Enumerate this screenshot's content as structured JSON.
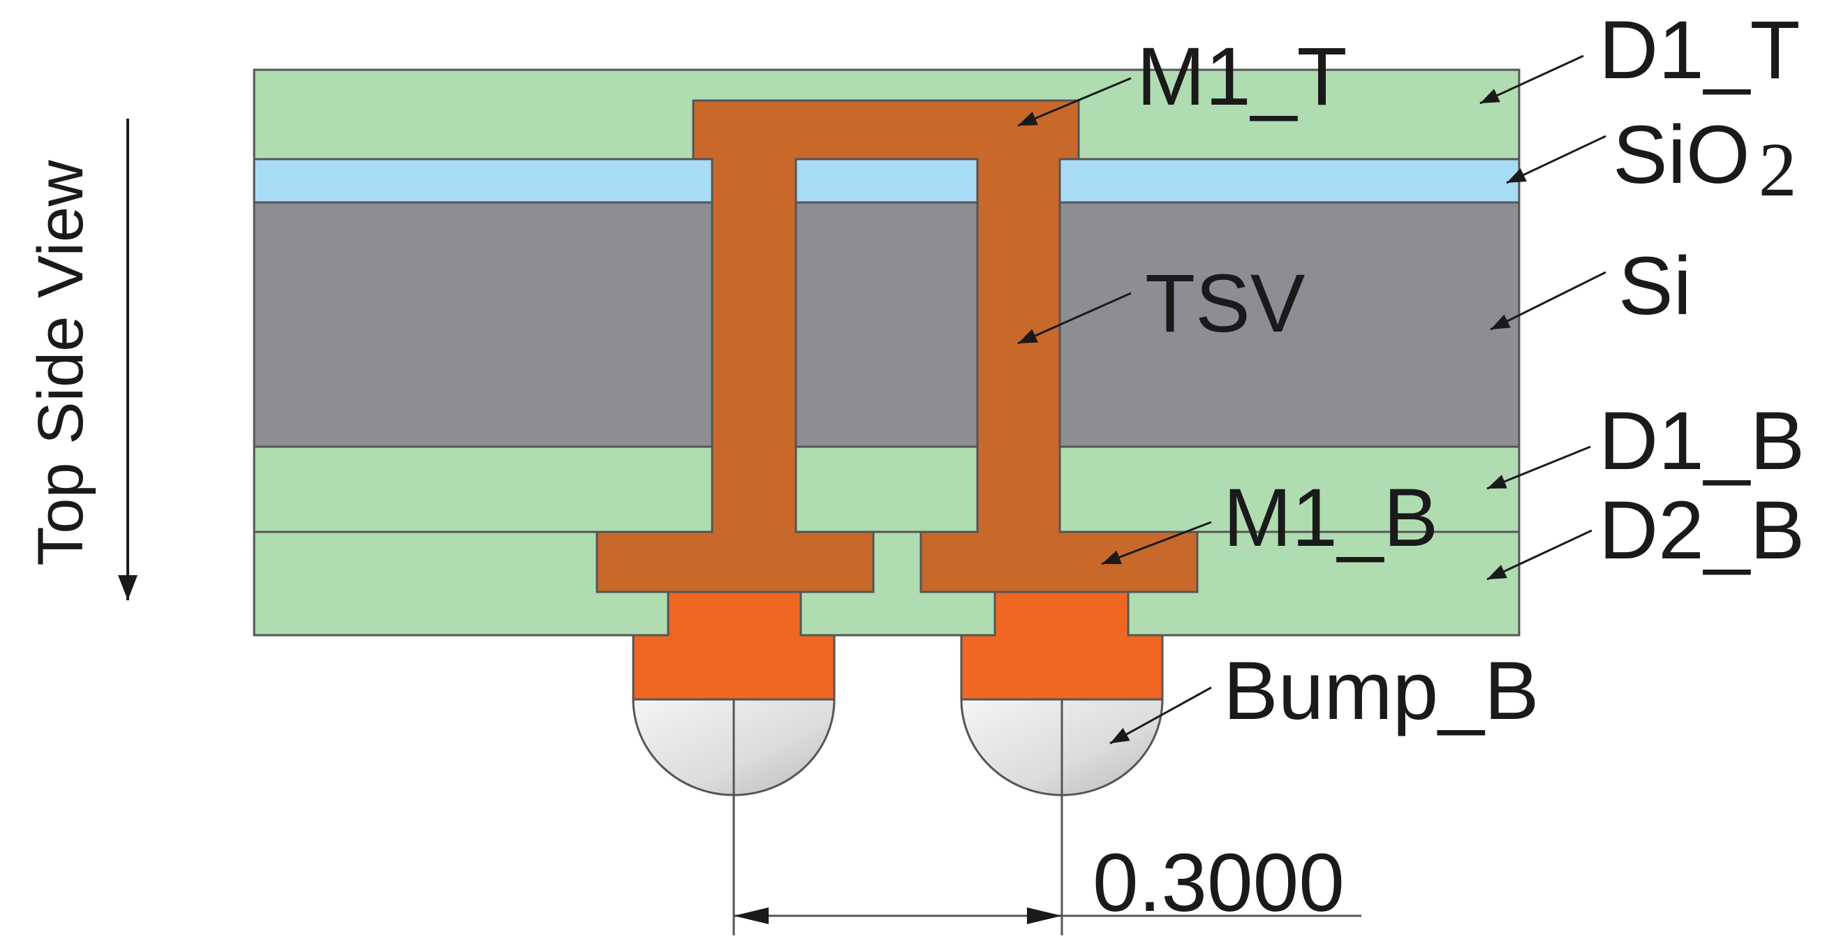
{
  "diagram": {
    "side_view_label": "Top Side View",
    "dimension_label": "0.3000",
    "layers": {
      "d1_t": "D1_T",
      "sio2_base": "SiO",
      "sio2_sub": "2",
      "si": "Si",
      "d1_b": "D1_B",
      "d2_b": "D2_B",
      "m1_t": "M1_T",
      "tsv": "TSV",
      "m1_b": "M1_B",
      "bump_b": "Bump_B"
    },
    "colors": {
      "dielectric": "#b0dcb1",
      "oxide": "#a8dcf5",
      "silicon": "#8d8e93",
      "copper": "#c9682b",
      "bump_pad": "#ef6722",
      "solder": "#e2e2e2",
      "outline": "#555555"
    }
  }
}
